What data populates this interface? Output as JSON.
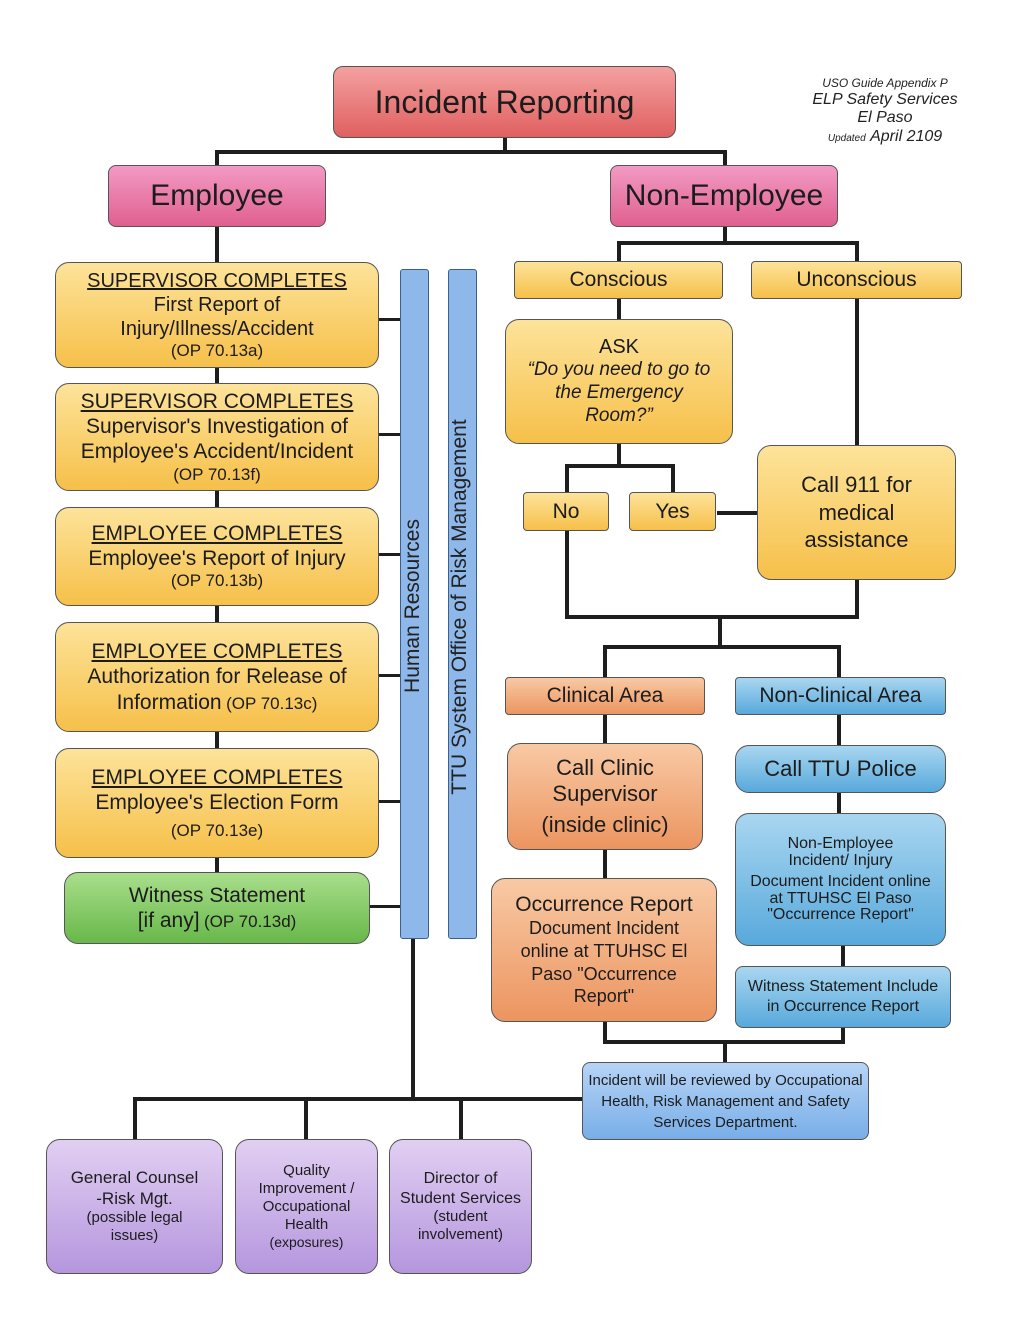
{
  "header": {
    "title": "Incident Reporting",
    "guide_line1": "USO Guide Appendix P",
    "guide_line2": "ELP Safety Services",
    "guide_line3": "El Paso",
    "updated_label": "Updated",
    "updated_date": "April 2109"
  },
  "employee": {
    "title": "Employee",
    "steps": [
      {
        "heading": "SUPERVISOR COMPLETES",
        "line1": "First Report of",
        "line2": "Injury/Illness/Accident",
        "code": "(OP 70.13a)"
      },
      {
        "heading": "SUPERVISOR COMPLETES",
        "line1": "Supervisor's Investigation of",
        "line2": "Employee's Accident/Incident",
        "code": "(OP 70.13f)"
      },
      {
        "heading": "EMPLOYEE COMPLETES",
        "line1": "Employee's Report of Injury",
        "code": "(OP 70.13b)"
      },
      {
        "heading": "EMPLOYEE COMPLETES",
        "line1": "Authorization for Release of",
        "line2": "Information",
        "code": "(OP 70.13c)"
      },
      {
        "heading": "EMPLOYEE COMPLETES",
        "line1": "Employee's Election Form",
        "code": "(OP 70.13e)"
      }
    ],
    "witness_line1": "Witness Statement",
    "witness_line2": "[if any]",
    "witness_code": "(OP 70.13d)"
  },
  "bars": {
    "hr": "Human Resources",
    "risk": "TTU System Office of Risk Management"
  },
  "non_employee": {
    "title": "Non-Employee",
    "conscious": "Conscious",
    "unconscious": "Unconscious",
    "ask_prefix": "ASK",
    "ask_question": "“Do you need to go to the Emergency Room?”",
    "no": "No",
    "yes": "Yes",
    "call911": "Call 911 for medical assistance",
    "clinical_area": "Clinical Area",
    "non_clinical_area": "Non-Clinical Area",
    "call_clinic_line1": "Call Clinic",
    "call_clinic_line2": "Supervisor",
    "call_clinic_line3": "(inside clinic)",
    "call_police": "Call TTU Police",
    "occ_title": "Occurrence Report",
    "occ_body": "Document Incident online at TTUHSC El Paso \"Occurrence Report\"",
    "nonemp_title": "Non-Employee Incident/ Injury",
    "nonemp_body": "Document Incident online at TTUHSC El Paso \"Occurrence Report\"",
    "witness_include": "Witness Statement Include in Occurrence Report"
  },
  "review": "Incident will be reviewed by Occupational Health, Risk Management and Safety Services Department.",
  "bottom": [
    {
      "line1": "General Counsel",
      "line2": "-Risk Mgt.",
      "line3": "(possible legal issues)"
    },
    {
      "line1": "Quality Improvement / Occupational Health",
      "line2": "(exposures)"
    },
    {
      "line1": "Director of Student Services",
      "line2": "(student involvement)"
    }
  ],
  "colors": {
    "title_red": "#e06060",
    "pink": "#e0608f",
    "yellow": "#f6c04a",
    "green": "#68b84a",
    "orange": "#ec9560",
    "blue": "#58a9dc",
    "purple": "#b596de",
    "bar_blue": "#8eb7ea"
  }
}
